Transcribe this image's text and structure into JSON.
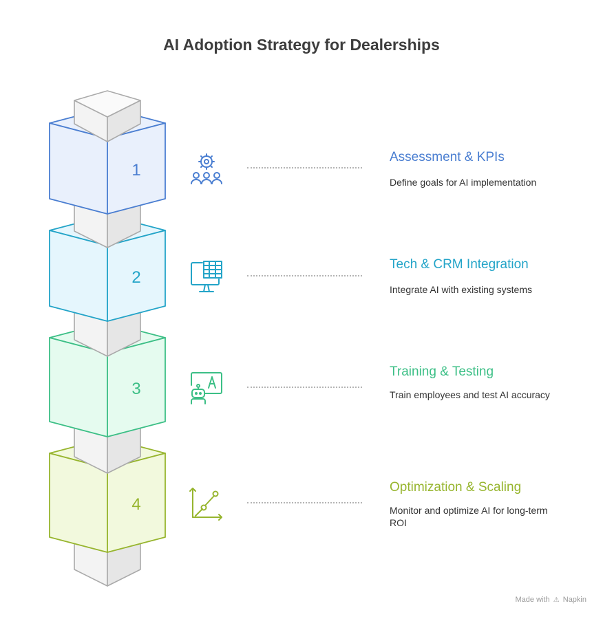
{
  "title": "AI Adoption Strategy for Dealerships",
  "steps": [
    {
      "number": "1",
      "title": "Assessment & KPIs",
      "description": "Define goals for AI implementation",
      "color": "#4a7ed1",
      "fill": "#e9f0fc",
      "icon": "gear-users-icon"
    },
    {
      "number": "2",
      "title": "Tech & CRM Integration",
      "description": "Integrate AI with existing systems",
      "color": "#23a4c8",
      "fill": "#e5f6fd",
      "icon": "monitor-table-icon"
    },
    {
      "number": "3",
      "title": "Training & Testing",
      "description": "Train employees and test AI accuracy",
      "color": "#3cbf86",
      "fill": "#e5fbef",
      "icon": "robot-board-icon"
    },
    {
      "number": "4",
      "title": "Optimization & Scaling",
      "description": "Monitor and optimize AI for long-term ROI",
      "color": "#97b52e",
      "fill": "#f2f9dd",
      "icon": "growth-chart-icon"
    }
  ],
  "footer": {
    "made_with": "Made with",
    "brand": "Napkin"
  }
}
